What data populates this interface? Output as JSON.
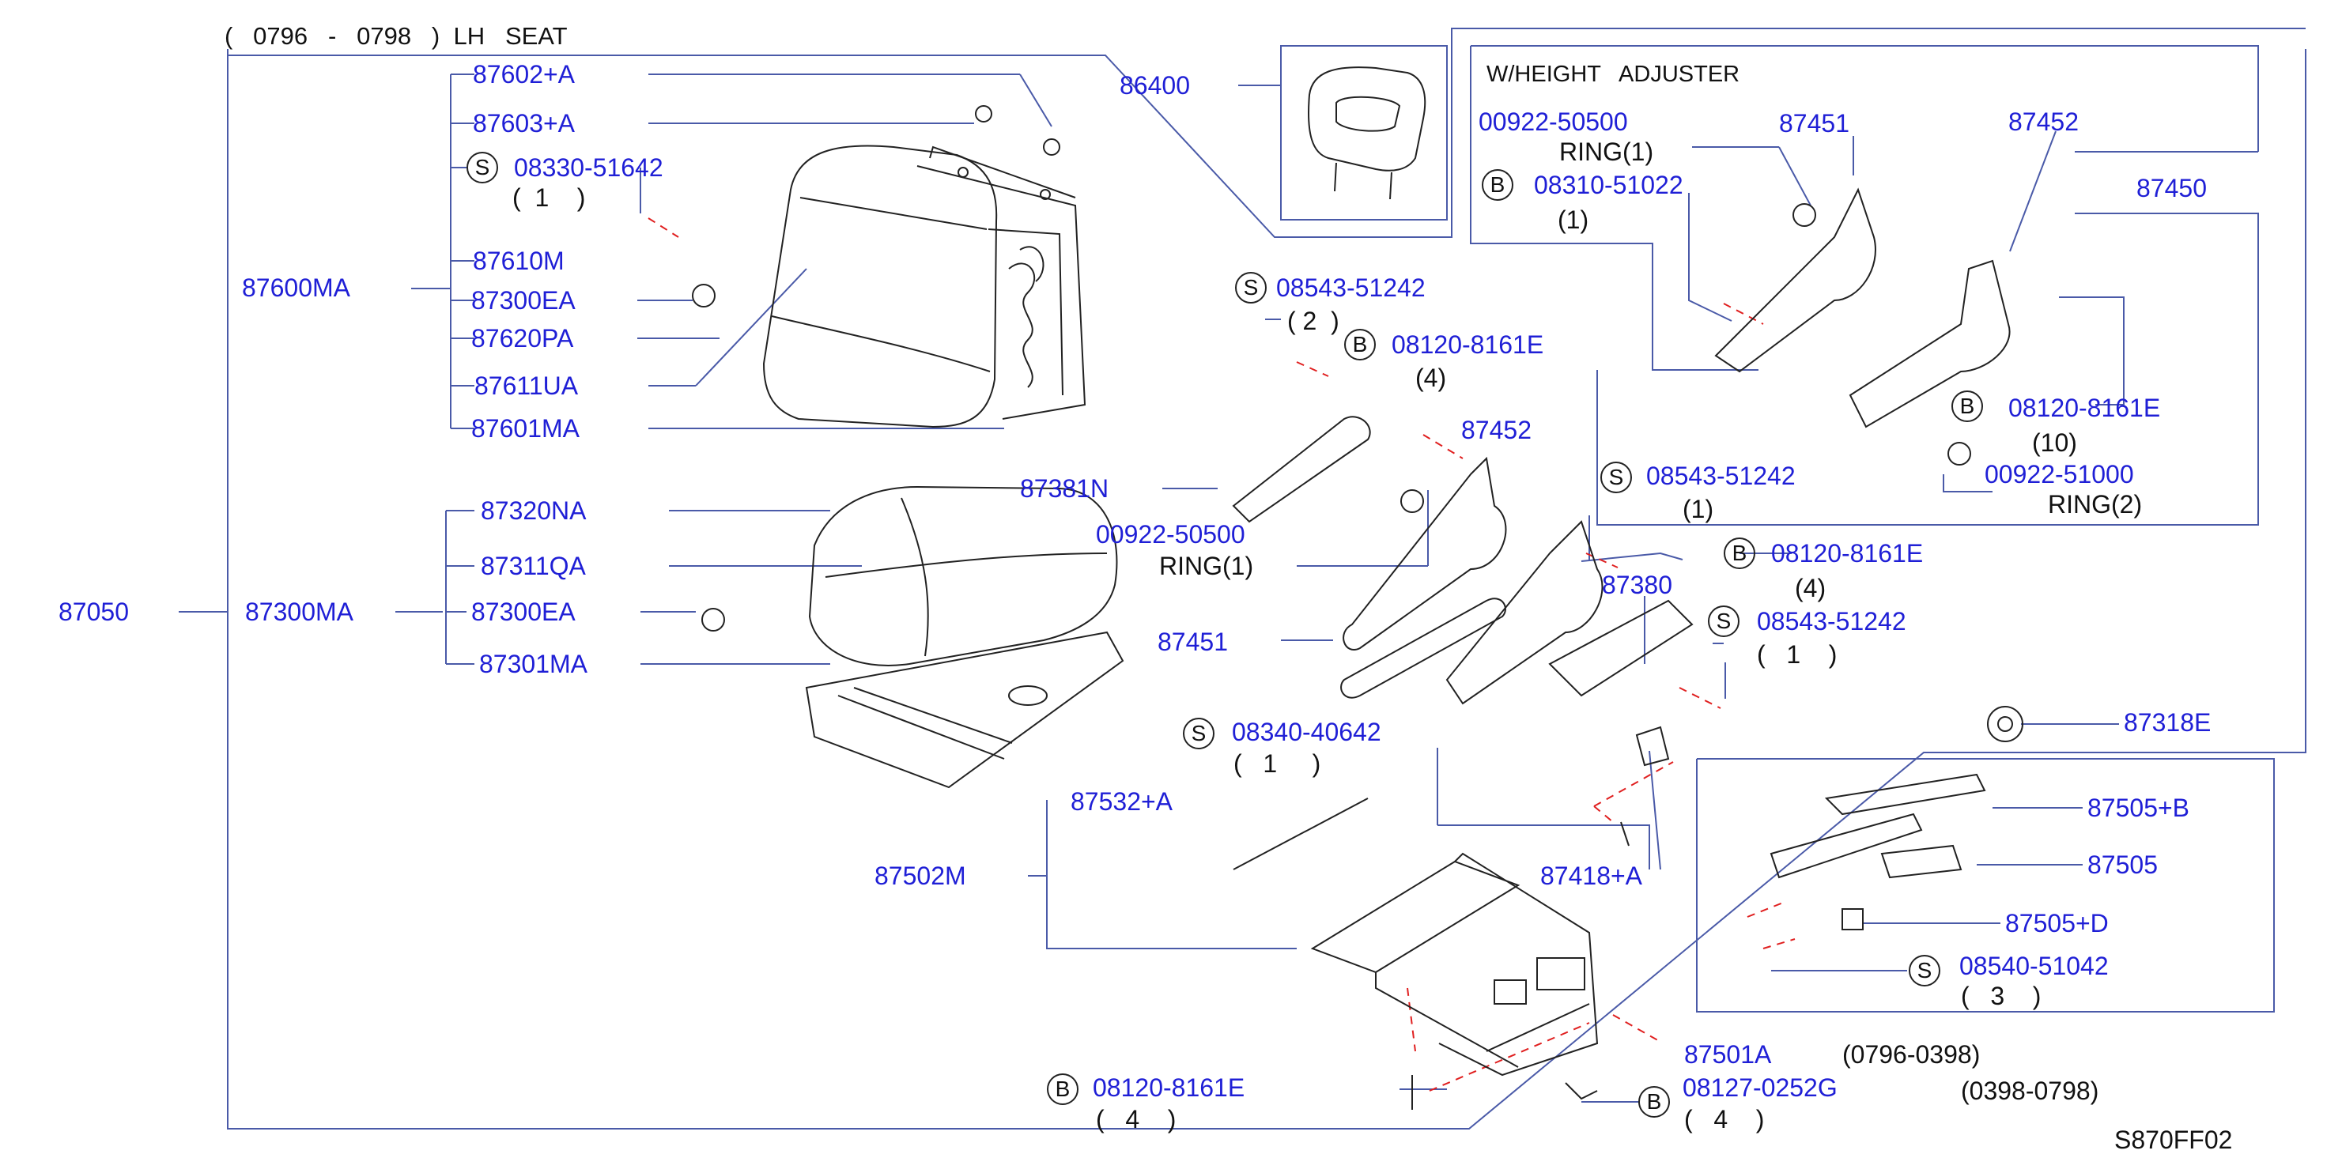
{
  "header": "(   0796   -   0798   )  LH   SEAT",
  "diagram_code": "S870FF02",
  "bubble_letters": {
    "s": "S",
    "b": "B"
  },
  "labels": {
    "p87050": "87050",
    "p87600MA": "87600MA",
    "p87602A": "87602+A",
    "p87603A": "87603+A",
    "p08330_51642": "08330-51642",
    "q1a": "(  1    )",
    "p87610M": "87610M",
    "p87300EA_1": "87300EA",
    "p87620PA": "87620PA",
    "p87611UA": "87611UA",
    "p87601MA": "87601MA",
    "p87300MA": "87300MA",
    "p87320NA": "87320NA",
    "p87311QA": "87311QA",
    "p87300EA_2": "87300EA",
    "p87301MA": "87301MA",
    "p86400": "86400",
    "wheight": "W/HEIGHT   ADJUSTER",
    "p00922_50500_a": "00922-50500",
    "ring1_a": "RING(1)",
    "p87451_a": "87451",
    "p87452_a": "87452",
    "p08310_51022": "08310-51022",
    "q1b": "(1)",
    "p87450": "87450",
    "p08543_51242_a": "08543-51242",
    "q2": "( 2  )",
    "p08120_8161E_a": "08120-8161E",
    "q4a": "(4)",
    "p87452_b": "87452",
    "p87381N": "87381N",
    "p00922_50500_b": "00922-50500",
    "ring1_b": "RING(1)",
    "p87451_b": "87451",
    "p08120_8161E_b": "08120-8161E",
    "q10": "(10)",
    "p08543_51242_b": "08543-51242",
    "q1c": "(1)",
    "p00922_51000": "00922-51000",
    "ring2": "RING(2)",
    "p08120_8161E_c": "08120-8161E",
    "q4b": "(4)",
    "p87380": "87380",
    "p08543_51242_c": "08543-51242",
    "q1d": "(   1    )",
    "p08340_40642": "08340-40642",
    "q1e": "(   1     )",
    "p87318E": "87318E",
    "p87532A": "87532+A",
    "p87502M": "87502M",
    "p87418A": "87418+A",
    "p87505B": "87505+B",
    "p87505": "87505",
    "p87505D": "87505+D",
    "p08540_51042": "08540-51042",
    "q3": "(   3    )",
    "p87501A": "87501A",
    "range1": "(0796-0398)",
    "range2": "(0398-0798)",
    "p08120_8161E_d": "08120-8161E",
    "q4c": "(   4    )",
    "p08127_0252G": "08127-0252G",
    "q4d": "(   4    )"
  }
}
